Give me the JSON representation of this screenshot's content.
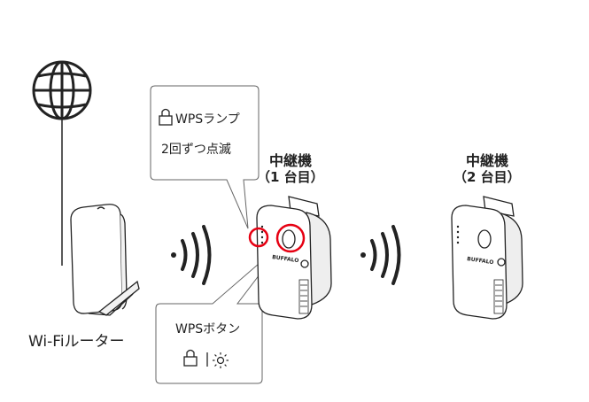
{
  "diagram": {
    "router_label": "Wi-Fiルーター",
    "callout_lamp": {
      "line1": "WPSランプ",
      "line2": "2回ずつ点滅"
    },
    "callout_button": {
      "line1": "WPSボタン"
    },
    "repeater1": {
      "title": "中継機",
      "subtitle": "（1 台目）"
    },
    "repeater2": {
      "title": "中継機",
      "subtitle": "（2 台目）"
    },
    "brand": "BUFFALO"
  },
  "colors": {
    "highlight": "#e60012",
    "stroke": "#222222",
    "device_fill": "#ffffff",
    "device_side": "#eeeeee"
  },
  "icons": [
    "globe-icon",
    "lock-icon",
    "wifi-signal-icon",
    "sun-icon"
  ]
}
